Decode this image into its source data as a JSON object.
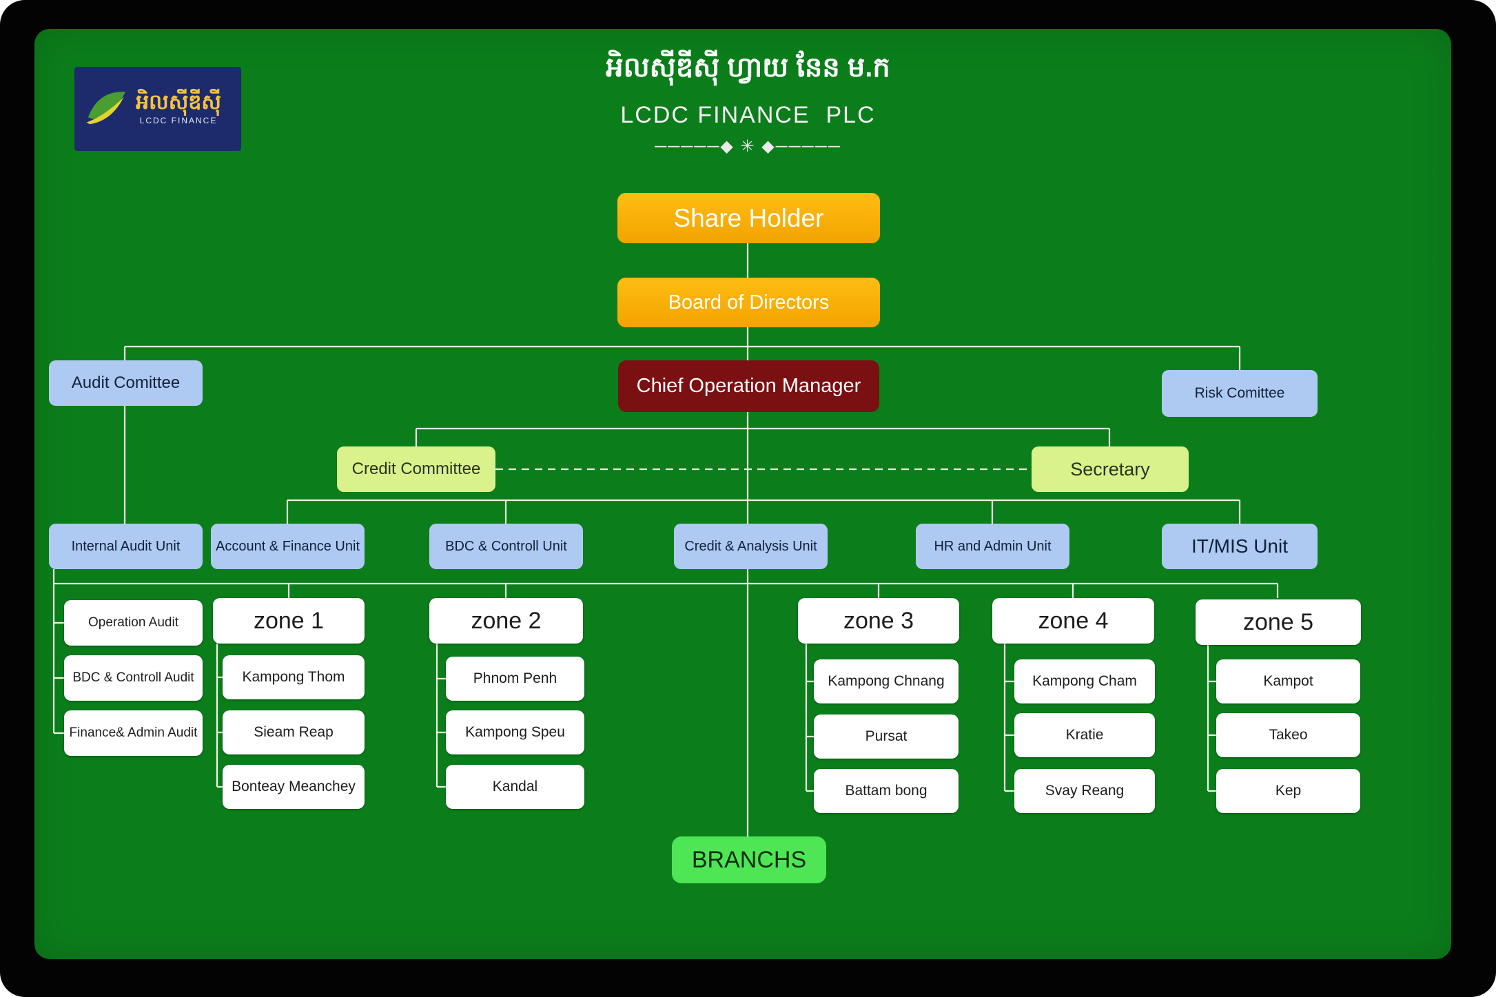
{
  "colors": {
    "background_green": "#0b7e1b",
    "frame_black": "#030303",
    "gold": "#f5ab00",
    "maroon": "#7a1012",
    "light_blue": "#aecaf2",
    "light_lime": "#d9f28c",
    "white_box": "#ffffff",
    "branch_green": "#4ee654",
    "connector_line": "#edf6e2",
    "logo_navy": "#1d2b6d",
    "logo_gold_text": "#f5c33b"
  },
  "logo": {
    "khmer": "អិលស៊ីឌីស៊ី",
    "sub": "LCDC FINANCE"
  },
  "header": {
    "title_khmer": "អិលស៊ីឌីស៊ី ហ្វាយ នែន ម.ក",
    "title_english": "LCDC FINANCE  PLC",
    "ornament": "─────◆ ✳ ◆─────"
  },
  "chart": {
    "share_holder": "Share Holder",
    "board": "Board of Directors",
    "chief_operation_manager": "Chief Operation Manager",
    "audit_committee": "Audit Comittee",
    "risk_committee": "Risk Comittee",
    "credit_committee": "Credit Committee",
    "secretary": "Secretary",
    "units": [
      "Internal Audit Unit",
      "Account & Finance Unit",
      "BDC & Controll Unit",
      "Credit & Analysis Unit",
      "HR and Admin Unit",
      "IT/MIS Unit"
    ],
    "audit_children": [
      "Operation Audit",
      "BDC & Controll Audit",
      "Finance& Admin Audit"
    ],
    "zones": [
      {
        "label": "zone 1",
        "children": [
          "Kampong Thom",
          "Sieam Reap",
          "Bonteay Meanchey"
        ]
      },
      {
        "label": "zone 2",
        "children": [
          "Phnom Penh",
          "Kampong Speu",
          "Kandal"
        ]
      },
      {
        "label": "zone 3",
        "children": [
          "Kampong Chnang",
          "Pursat",
          "Battam bong"
        ]
      },
      {
        "label": "zone 4",
        "children": [
          "Kampong Cham",
          "Kratie",
          "Svay Reang"
        ]
      },
      {
        "label": "zone 5",
        "children": [
          "Kampot",
          "Takeo",
          "Kep"
        ]
      }
    ],
    "branches": "BRANCHS"
  }
}
